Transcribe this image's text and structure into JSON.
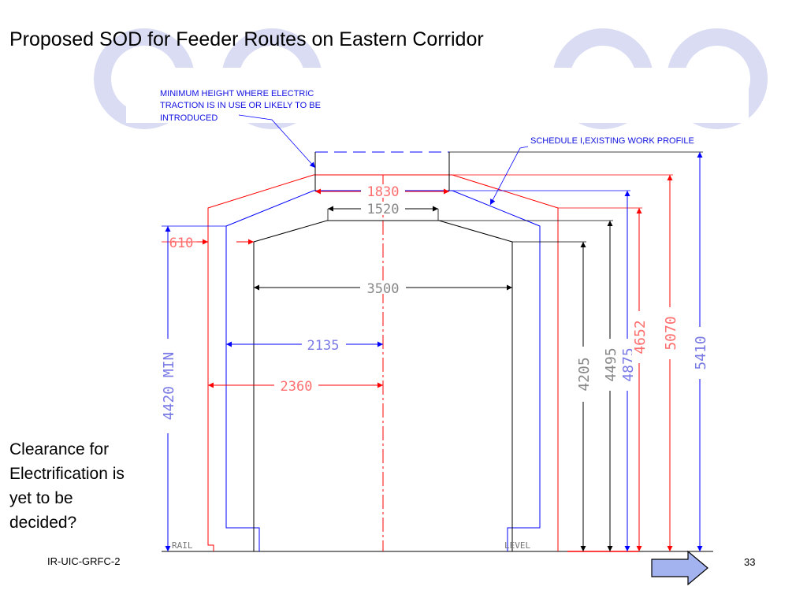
{
  "slide": {
    "title": "Proposed SOD for Feeder Routes on Eastern Corridor",
    "side_note": "Clearance for Electrification is yet to be decided?",
    "footer_left": "IR-UIC-GRFC-2",
    "page_number": "33"
  },
  "drawing": {
    "note_electric": [
      "MINIMUM HEIGHT WHERE ELECTRIC",
      "TRACTION IS IN USE OR LIKELY TO BE",
      "INTRODUCED"
    ],
    "note_schedule": "SCHEDULE I,EXISTING WORK PROFILE",
    "dim_1830": "1830",
    "dim_1520": "1520",
    "dim_610": "610",
    "dim_3500": "3500",
    "dim_2135": "2135",
    "dim_2360": "2360",
    "dim_4420": "4420 MIN",
    "dim_4205": "4205",
    "dim_4495": "4495",
    "dim_4875": "4875",
    "dim_4652": "4652",
    "dim_5070": "5070",
    "dim_5410": "5410",
    "label_rail": "RAIL",
    "label_level": "LEVEL"
  },
  "colors": {
    "black_profile": "#000000",
    "red_profile": "#ff0000",
    "blue_profile": "#0000ff",
    "decor_circles": "#d9dcf2",
    "next_arrow_fill": "#a3b3f0"
  },
  "icons": {
    "next": "right-arrow-icon"
  }
}
